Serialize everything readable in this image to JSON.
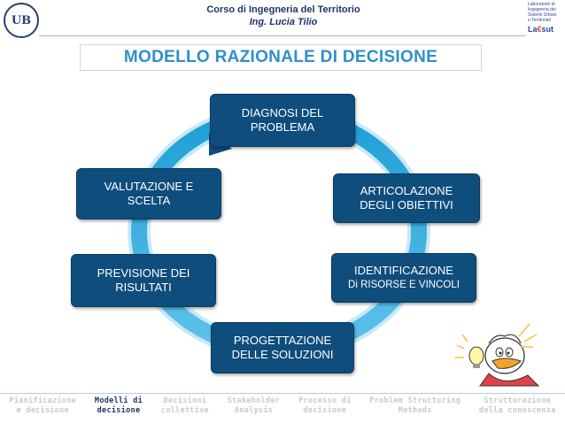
{
  "header": {
    "course": "Corso di Ingegneria del Territorio",
    "author": "Ing. Lucia Tilio",
    "logo_left_text": "UB",
    "logo_right": {
      "lines": [
        "Laboratorio di",
        "Ingegneria dei",
        "Sistemi Urbani",
        "e Territoriali"
      ],
      "brand_a": "La",
      "brand_b": "sut"
    }
  },
  "title": "MODELLO RAZIONALE DI DECISIONE",
  "cycle": {
    "nodes": [
      {
        "line1": "DIAGNOSI DEL",
        "line2": "PROBLEMA"
      },
      {
        "line1": "ARTICOLAZIONE",
        "line2": "DEGLI OBIETTIVI"
      },
      {
        "line1": "IDENTIFICAZIONE",
        "line2": "Di RISORSE E VINCOLI"
      },
      {
        "line1": "PROGETTAZIONE",
        "line2": "DELLE SOLUZIONI"
      },
      {
        "line1": "PREVISIONE DEI",
        "line2": "RISULTATI"
      },
      {
        "line1": "VALUTAZIONE E",
        "line2": "SCELTA"
      }
    ]
  },
  "footer": {
    "items": [
      {
        "line1": "Pianificazione",
        "line2": "e decisione",
        "active": false
      },
      {
        "line1": "Modelli di",
        "line2": "decisione",
        "active": true
      },
      {
        "line1": "Decisioni",
        "line2": "collettive",
        "active": false
      },
      {
        "line1": "Stakeholder",
        "line2": "Analysis",
        "active": false
      },
      {
        "line1": "Processo di",
        "line2": "decisione",
        "active": false
      },
      {
        "line1": "Problem Structuring",
        "line2": "Methods",
        "active": false
      },
      {
        "line1": "Strutturazione",
        "line2": "della conoscenza",
        "active": false
      }
    ]
  },
  "colors": {
    "node_fill": "#0f4d7c",
    "ring": "#2fa6d8",
    "title": "#2f8fcb",
    "header_text": "#1f3566",
    "footer_active": "#1f3566",
    "footer_inactive": "#c9c9c9"
  }
}
